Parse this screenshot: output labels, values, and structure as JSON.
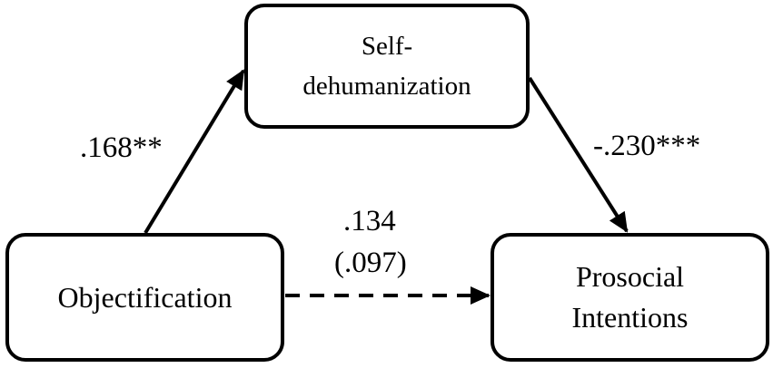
{
  "nodes": {
    "mediator": {
      "line1": "Self-",
      "line2": "dehumanization"
    },
    "predictor": {
      "text": "Objectification"
    },
    "outcome": {
      "line1": "Prosocial",
      "line2": "Intentions"
    }
  },
  "paths": {
    "a_path": ".168**",
    "b_path": "-.230***",
    "c_path_total": ".134",
    "c_path_direct": "(.097)"
  }
}
